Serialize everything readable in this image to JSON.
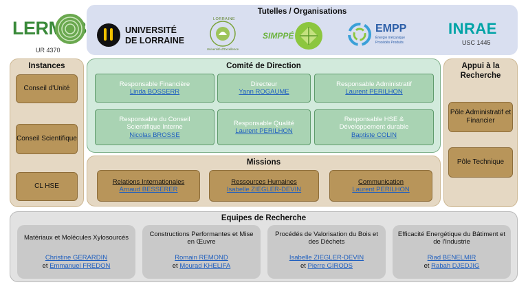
{
  "header": {
    "lermab_logo": "LERMaB",
    "lermab_sub": "UR 4370",
    "tutelles_title": "Tutelles / Organisations",
    "logos": {
      "univ_line1": "UNIVERSITÉ",
      "univ_line2": "DE LORRAINE",
      "lorraine_ring": "LORRAINE",
      "lorraine_sub": "Université d'Excellence",
      "simppe": "SIMPPÉ",
      "empp": "EMPP",
      "empp_sub1": "Énergie mécanique",
      "empp_sub2": "Procédés Produits",
      "inrae": "INRAE",
      "inrae_sub": "USC 1445"
    }
  },
  "instances": {
    "title": "Instances",
    "items": [
      "Conseil d'Unité",
      "Conseil Scientifique",
      "CL HSE"
    ]
  },
  "comite": {
    "title": "Comité de Direction",
    "cells": [
      {
        "role": "Responsable Financière",
        "person": "Linda BOSSERR"
      },
      {
        "role": "Directeur",
        "person": "Yann ROGAUME"
      },
      {
        "role": "Responsable Administratif",
        "person": "Laurent PERILHON"
      },
      {
        "role": "Responsable du Conseil Scientifique Interne",
        "person": "Nicolas BROSSE"
      },
      {
        "role": "Responsable Qualité",
        "person": "Laurent PERILHON"
      },
      {
        "role": "Responsable HSE & Développement durable",
        "person": "Baptiste COLIN"
      }
    ]
  },
  "missions": {
    "title": "Missions",
    "items": [
      {
        "label": "Relations Internationales",
        "person": "Arnaud BESSERER"
      },
      {
        "label": "Ressources Humaines",
        "person": "Isabelle ZIEGLER-DEVIN"
      },
      {
        "label": "Communication",
        "person": "Laurent PERILHON"
      }
    ]
  },
  "appui": {
    "title": "Appui à la Recherche",
    "items": [
      "Pôle Administratif et Financier",
      "Pôle Technique"
    ]
  },
  "equipes": {
    "title": "Equipes de Recherche",
    "joiner": "et",
    "teams": [
      {
        "name": "Matériaux et Molécules Xylosourcés",
        "p1": "Christine GERARDIN",
        "p2": "Emmanuel FREDON"
      },
      {
        "name": "Constructions Performantes et Mise en Œuvre",
        "p1": "Romain REMOND",
        "p2": "Mourad KHELIFA"
      },
      {
        "name": "Procédés de Valorisation du Bois et des Déchets",
        "p1": "Isabelle ZIEGLER-DEVIN",
        "p2": "Pierre GIRODS"
      },
      {
        "name": "Efficacité Energétique du Bâtiment et de l'Industrie",
        "p1": "Riad BENELMIR",
        "p2": "Rabah DJEDJIG"
      }
    ]
  },
  "colors": {
    "tutelles_bg": "#d9dff0",
    "instances_bg": "#e5d8c3",
    "comite_bg": "#d2eadc",
    "green_box": "#a9d3b3",
    "tan_box": "#b8955a",
    "equipes_bg": "#e2e2e2",
    "team_box": "#c9c9c9",
    "link": "#1f5fbf"
  }
}
